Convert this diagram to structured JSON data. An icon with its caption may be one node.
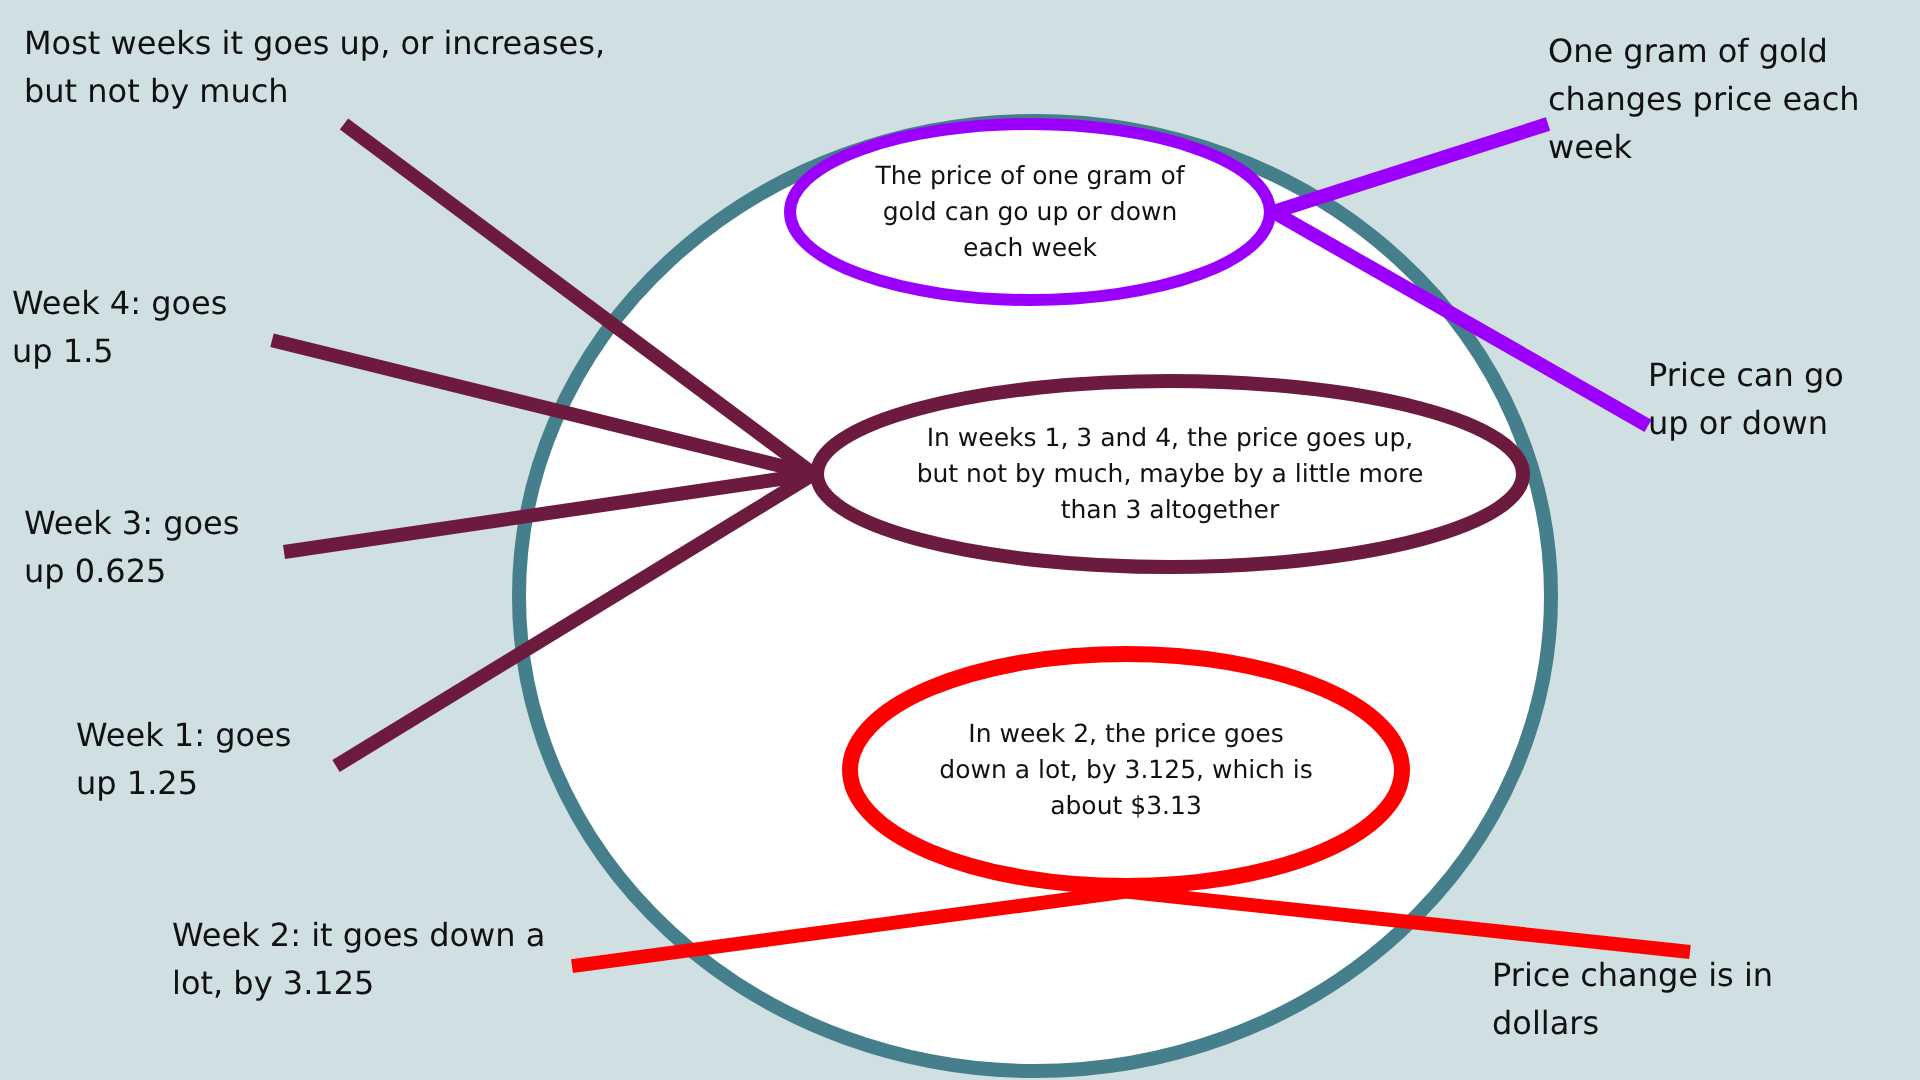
{
  "diagram": {
    "nodes": [
      {
        "text": [],
        "shape": "circle"
      },
      {
        "text": [
          "The price of one gram of gold can go up or down each week"
        ],
        "in": 0
      },
      {
        "text": [
          "In weeks 1, 3 and 4, the price goes up, but not by much, maybe by a little more than 3 altogether"
        ],
        "in": 0
      },
      {
        "text": [
          "In week 2, the price goes down a lot, by 3.125, which is about $3.13"
        ],
        "in": 0
      },
      {
        "text": [
          "Most weeks it goes up, or increases, but not by much"
        ]
      },
      {
        "text": [
          "Week 4: goes up 1.5"
        ]
      },
      {
        "text": [
          "Week 3: goes up 0.625"
        ]
      },
      {
        "text": [
          "Week 1: goes up 1.25"
        ]
      },
      {
        "text": [
          "Week 2: it goes down a lot, by 3.125"
        ]
      },
      {
        "text": [
          "One gram of gold changes price each week"
        ]
      },
      {
        "text": [
          "Price can go up or down"
        ]
      },
      {
        "text": [
          "Price change is in dollars"
        ]
      }
    ],
    "edges": [
      {
        "from": 4,
        "to": 2,
        "arrow": "none"
      },
      {
        "from": 5,
        "to": 2,
        "arrow": "none"
      },
      {
        "from": 6,
        "to": 2,
        "arrow": "none"
      },
      {
        "from": 7,
        "to": 2,
        "arrow": "none"
      },
      {
        "from": 9,
        "to": 1,
        "arrow": "none",
        "color": "#9b00ff"
      },
      {
        "from": 10,
        "to": 1,
        "arrow": "none",
        "color": "#9b00ff"
      },
      {
        "from": 8,
        "to": 3,
        "arrow": "none",
        "color": "#ff0000"
      },
      {
        "from": 11,
        "to": 3,
        "arrow": "none",
        "color": "#ff0000"
      }
    ]
  }
}
